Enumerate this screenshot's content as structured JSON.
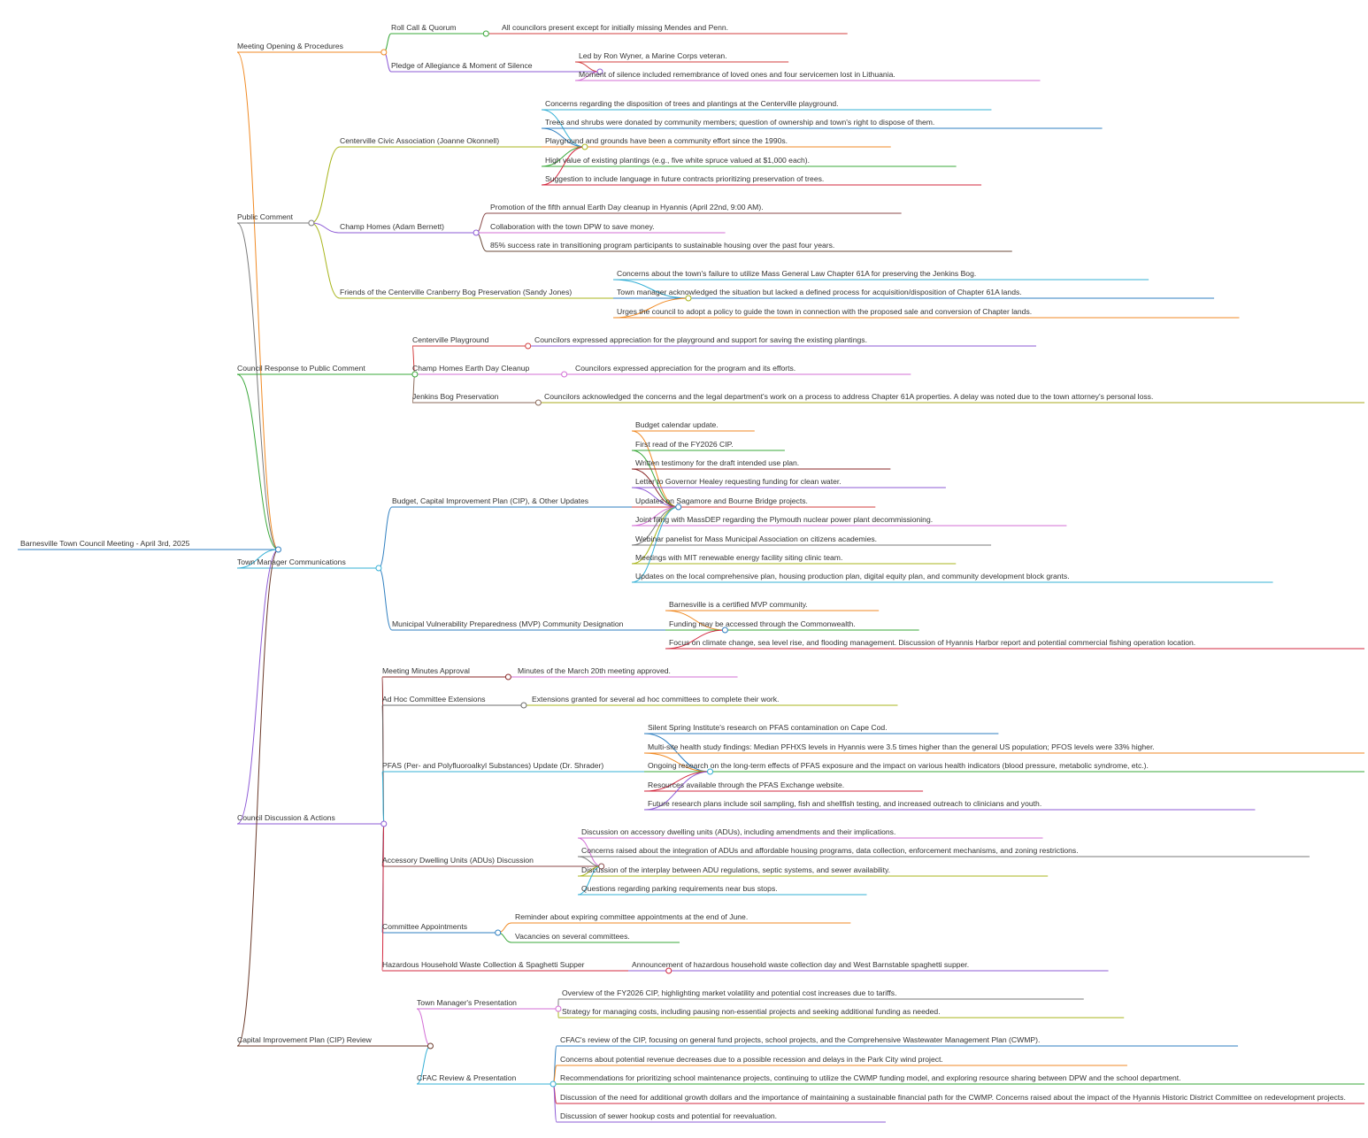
{
  "root": {
    "label": "Barnesville Town Council Meeting - April 3rd, 2025",
    "branches": [
      {
        "label": "Meeting Opening & Procedures",
        "color": "#f08a24",
        "children": [
          {
            "label": "Roll Call & Quorum",
            "color": "#3aa83a",
            "children": [
              {
                "label": "All councilors present except for initially missing Mendes and Penn.",
                "color": "#d33f3f"
              }
            ]
          },
          {
            "label": "Pledge of Allegiance & Moment of Silence",
            "color": "#8e5bd6",
            "children": [
              {
                "label": "Led by Ron Wyner, a Marine Corps veteran.",
                "color": "#d33f3f"
              },
              {
                "label": "Moment of silence included remembrance of loved ones and four servicemen lost in Lithuania.",
                "color": "#d36fd6"
              }
            ]
          }
        ]
      },
      {
        "label": "Public Comment",
        "color": "#7a7a7a",
        "children": [
          {
            "label": "Centerville Civic Association (Joanne Okonnell)",
            "color": "#a8b51c",
            "children": [
              {
                "label": "Concerns regarding the disposition of trees and plantings at the Centerville playground.",
                "color": "#35b0d6"
              },
              {
                "label": "Trees and shrubs were donated by community members; question of ownership and town's right to dispose of them.",
                "color": "#2f7fc0"
              },
              {
                "label": "Playground and grounds have been a community effort since the 1990s.",
                "color": "#f08a24"
              },
              {
                "label": "High value of existing plantings (e.g., five white spruce valued at $1,000 each).",
                "color": "#3aa83a"
              },
              {
                "label": "Suggestion to include language in future contracts prioritizing preservation of trees.",
                "color": "#d3283f"
              }
            ]
          },
          {
            "label": "Champ Homes (Adam Bernett)",
            "color": "#8e5bd6",
            "children": [
              {
                "label": "Promotion of the fifth annual Earth Day cleanup in Hyannis (April 22nd, 9:00 AM).",
                "color": "#8b4a4a"
              },
              {
                "label": "Collaboration with the town DPW to save money.",
                "color": "#d36fd6"
              },
              {
                "label": "85% success rate in transitioning program participants to sustainable housing over the past four years.",
                "color": "#6b4a3a"
              }
            ]
          },
          {
            "label": "Friends of the Centerville Cranberry Bog Preservation (Sandy Jones)",
            "color": "#a8b51c",
            "children": [
              {
                "label": "Concerns about the town's failure to utilize Mass General Law Chapter 61A for preserving the Jenkins Bog.",
                "color": "#35b0d6"
              },
              {
                "label": "Town manager acknowledged the situation but lacked a defined process for acquisition/disposition of Chapter 61A lands.",
                "color": "#2f7fc0"
              },
              {
                "label": "Urges the council to adopt a policy to guide the town in connection with the proposed sale and conversion of Chapter lands.",
                "color": "#f08a24"
              }
            ]
          }
        ]
      },
      {
        "label": "Council Response to Public Comment",
        "color": "#3aa83a",
        "children": [
          {
            "label": "Centerville Playground",
            "color": "#d33f3f",
            "children": [
              {
                "label": "Councilors expressed appreciation for the playground and support for saving the existing plantings.",
                "color": "#8e5bd6"
              }
            ]
          },
          {
            "label": "Champ Homes Earth Day Cleanup",
            "color": "#d36fd6",
            "children": [
              {
                "label": "Councilors expressed appreciation for the program and its efforts.",
                "color": "#d36fd6"
              }
            ]
          },
          {
            "label": "Jenkins Bog Preservation",
            "color": "#8b6a5a",
            "children": [
              {
                "label": "Councilors acknowledged the concerns and the legal department's work on a process to address Chapter 61A properties. A delay was noted due to the town attorney's personal loss.",
                "color": "#a8a81c"
              }
            ]
          }
        ]
      },
      {
        "label": "Town Manager Communications",
        "color": "#35b0d6",
        "children": [
          {
            "label": "Budget, Capital Improvement Plan (CIP), & Other Updates",
            "color": "#2f7fc0",
            "children": [
              {
                "label": "Budget calendar update.",
                "color": "#f08a24"
              },
              {
                "label": "First read of the FY2026 CIP.",
                "color": "#3aa83a"
              },
              {
                "label": "Written testimony for the draft intended use plan.",
                "color": "#8b2a2a"
              },
              {
                "label": "Letter to Governor Healey requesting funding for clean water.",
                "color": "#8e5bd6"
              },
              {
                "label": "Updates on Sagamore and Bourne Bridge projects.",
                "color": "#d33f3f"
              },
              {
                "label": "Joint filing with MassDEP regarding the Plymouth nuclear power plant decommissioning.",
                "color": "#d36fd6"
              },
              {
                "label": "Webinar panelist for Mass Municipal Association on citizens academies.",
                "color": "#7a7a7a"
              },
              {
                "label": "Meetings with MIT renewable energy facility siting clinic team.",
                "color": "#a8b51c"
              },
              {
                "label": "Updates on the local comprehensive plan, housing production plan, digital equity plan, and community development block grants.",
                "color": "#35b0d6"
              }
            ]
          },
          {
            "label": "Municipal Vulnerability Preparedness (MVP) Community Designation",
            "color": "#2f7fc0",
            "children": [
              {
                "label": "Barnesville is a certified MVP community.",
                "color": "#f08a24"
              },
              {
                "label": "Funding may be accessed through the Commonwealth.",
                "color": "#3aa83a"
              },
              {
                "label": "Focus on climate change, sea level rise, and flooding management. Discussion of Hyannis Harbor report and potential commercial fishing operation location.",
                "color": "#d3283f"
              }
            ]
          }
        ]
      },
      {
        "label": "Council Discussion & Actions",
        "color": "#8e5bd6",
        "children": [
          {
            "label": "Meeting Minutes Approval",
            "color": "#8b2a2a",
            "children": [
              {
                "label": "Minutes of the March 20th meeting approved.",
                "color": "#d36fd6"
              }
            ]
          },
          {
            "label": "Ad Hoc Committee Extensions",
            "color": "#6b6b6b",
            "children": [
              {
                "label": "Extensions granted for several ad hoc committees to complete their work.",
                "color": "#a8b51c"
              }
            ]
          },
          {
            "label": "PFAS (Per- and Polyfluoroalkyl Substances) Update (Dr. Shrader)",
            "color": "#35b0d6",
            "children": [
              {
                "label": "Silent Spring Institute's research on PFAS contamination on Cape Cod.",
                "color": "#2f7fc0"
              },
              {
                "label": "Multi-site health study findings: Median PFHXS levels in Hyannis were 3.5 times higher than the general US population; PFOS levels were 33% higher.",
                "color": "#f08a24"
              },
              {
                "label": "Ongoing research on the long-term effects of PFAS exposure and the impact on various health indicators (blood pressure, metabolic syndrome, etc.).",
                "color": "#3aa83a"
              },
              {
                "label": "Resources available through the PFAS Exchange website.",
                "color": "#d3283f"
              },
              {
                "label": "Future research plans include soil sampling, fish and shellfish testing, and increased outreach to clinicians and youth.",
                "color": "#8e5bd6"
              }
            ]
          },
          {
            "label": "Accessory Dwelling Units (ADUs) Discussion",
            "color": "#8b4a4a",
            "children": [
              {
                "label": "Discussion on accessory dwelling units (ADUs), including amendments and their implications.",
                "color": "#d36fd6"
              },
              {
                "label": "Concerns raised about the integration of ADUs and affordable housing programs, data collection, enforcement mechanisms, and zoning restrictions.",
                "color": "#7a7a7a"
              },
              {
                "label": "Discussion of the interplay between ADU regulations, septic systems, and sewer availability.",
                "color": "#a8b51c"
              },
              {
                "label": "Questions regarding parking requirements near bus stops.",
                "color": "#35b0d6"
              }
            ]
          },
          {
            "label": "Committee Appointments",
            "color": "#2f7fc0",
            "children": [
              {
                "label": "Reminder about expiring committee appointments at the end of June.",
                "color": "#f08a24"
              },
              {
                "label": "Vacancies on several committees.",
                "color": "#3aa83a"
              }
            ]
          },
          {
            "label": "Hazardous Household Waste Collection & Spaghetti Supper",
            "color": "#d3283f",
            "children": [
              {
                "label": "Announcement of hazardous household waste collection day and West Barnstable spaghetti supper.",
                "color": "#8e5bd6"
              }
            ]
          }
        ]
      },
      {
        "label": "Capital Improvement Plan (CIP) Review",
        "color": "#6b3a2a",
        "children": [
          {
            "label": "Town Manager's Presentation",
            "color": "#d36fd6",
            "children": [
              {
                "label": "Overview of the FY2026 CIP, highlighting market volatility and potential cost increases due to tariffs.",
                "color": "#7a7a7a"
              },
              {
                "label": "Strategy for managing costs, including pausing non-essential projects and seeking additional funding as needed.",
                "color": "#a8b51c"
              }
            ]
          },
          {
            "label": "CFAC Review & Presentation",
            "color": "#35b0d6",
            "children": [
              {
                "label": "CFAC's review of the CIP, focusing on general fund projects, school projects, and the Comprehensive Wastewater Management Plan (CWMP).",
                "color": "#2f7fc0"
              },
              {
                "label": "Concerns about potential revenue decreases due to a possible recession and delays in the Park City wind project.",
                "color": "#f08a24"
              },
              {
                "label": "Recommendations for prioritizing school maintenance projects, continuing to utilize the CWMP funding model, and exploring resource sharing between DPW and the school department.",
                "color": "#3aa83a"
              },
              {
                "label": "Discussion of the need for additional growth dollars and the importance of maintaining a sustainable financial path for the CWMP. Concerns raised about the impact of the Hyannis Historic District Committee on redevelopment projects.",
                "color": "#d3283f"
              },
              {
                "label": "Discussion of sewer hookup costs and potential for reevaluation.",
                "color": "#8e5bd6"
              }
            ]
          }
        ]
      }
    ]
  }
}
